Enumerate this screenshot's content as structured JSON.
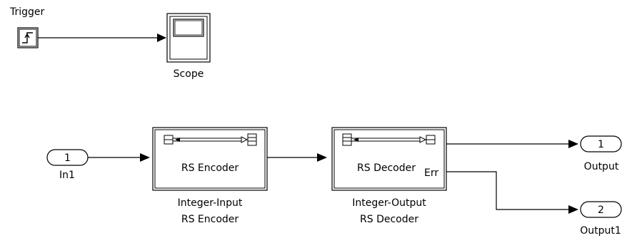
{
  "diagram": {
    "trigger": {
      "label": "Trigger"
    },
    "scope": {
      "label": "Scope"
    },
    "in1": {
      "port_number": "1",
      "label": "In1"
    },
    "encoder": {
      "block_text": "RS Encoder",
      "caption_line1": "Integer-Input",
      "caption_line2": "RS Encoder"
    },
    "decoder": {
      "block_text": "RS Decoder",
      "err_port": "Err",
      "caption_line1": "Integer-Output",
      "caption_line2": "RS Decoder"
    },
    "output": {
      "port_number": "1",
      "label": "Output"
    },
    "output1": {
      "port_number": "2",
      "label": "Output1"
    }
  }
}
